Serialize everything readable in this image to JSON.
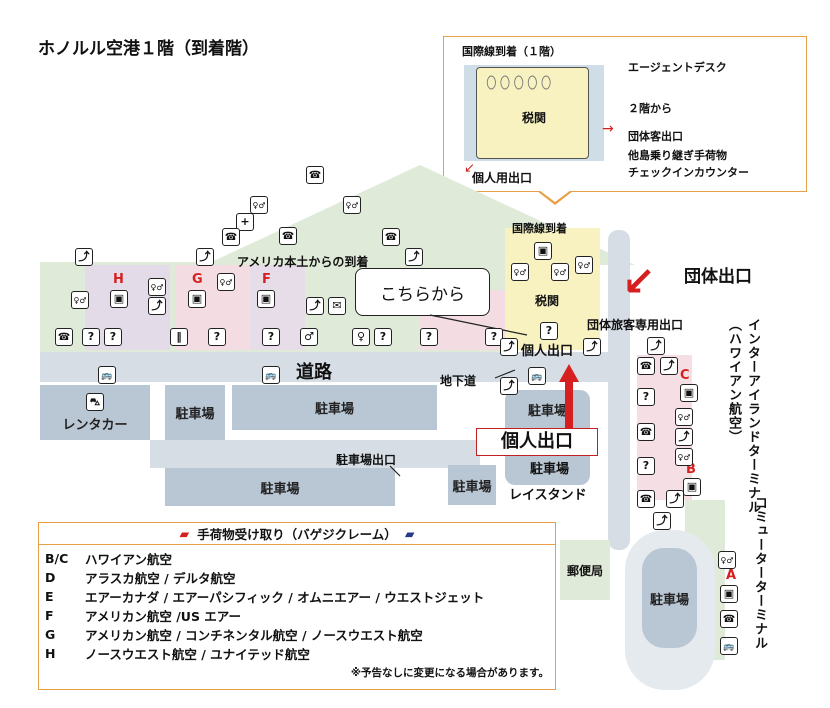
{
  "title": "ホノルル空港１階（到着階）",
  "inset": {
    "title": "国際線到着（１階）",
    "customs": "税関",
    "labels": [
      "エージェントデスク",
      "２階から",
      "団体客出口",
      "他島乗り継ぎ手荷物",
      "チェックインカウンター"
    ],
    "individual_exit": "個人用出口"
  },
  "map": {
    "international_arrival": "国際線到着",
    "customs": "税関",
    "mainland_arrival": "アメリカ本土からの到着",
    "callout": "こちらから",
    "group_exit_big": "団体出口",
    "group_exit_small": "団体旅客専用出口",
    "individual_exit_small": "個人出口",
    "individual_exit_big": "個人出口",
    "road": "道路",
    "underpass": "地下道",
    "rental_car": "レンタカー",
    "parking": "駐車場",
    "parking_exit": "駐車場出口",
    "lei_stand": "レイスタンド",
    "post_office": "郵便局",
    "interisland_terminal": "インターアイランドターミナル（ハワイアン航空）",
    "commuter_terminal": "コミューターターミナル",
    "claim_letters": [
      "H",
      "G",
      "F",
      "C",
      "B",
      "A"
    ]
  },
  "legend": {
    "header": "手荷物受け取り（バゲジクレーム）",
    "rows": [
      {
        "key": "B/C",
        "airlines": "ハワイアン航空"
      },
      {
        "key": "D",
        "airlines": "アラスカ航空 / デルタ航空"
      },
      {
        "key": "E",
        "airlines": "エアーカナダ / エアーパシフィック / オムニエアー / ウエストジェット"
      },
      {
        "key": "F",
        "airlines": "アメリカン航空 /US エアー"
      },
      {
        "key": "G",
        "airlines": "アメリカン航空 / コンチネンタル航空 / ノースウエスト航空"
      },
      {
        "key": "H",
        "airlines": "ノースウエスト航空 / ユナイテッド航空"
      }
    ],
    "note": "※予告なしに変更になる場合があります。"
  },
  "colors": {
    "accent_red": "#d62020",
    "border_orange": "#e8a048",
    "parking": "#b9c6d3",
    "customs_yellow": "#f7f2c0"
  },
  "icons": [
    "restroom-icon",
    "info-icon",
    "escalator-icon",
    "baggage-icon",
    "phone-icon",
    "bus-icon",
    "first-aid-icon",
    "mail-icon",
    "rental-car-icon"
  ]
}
